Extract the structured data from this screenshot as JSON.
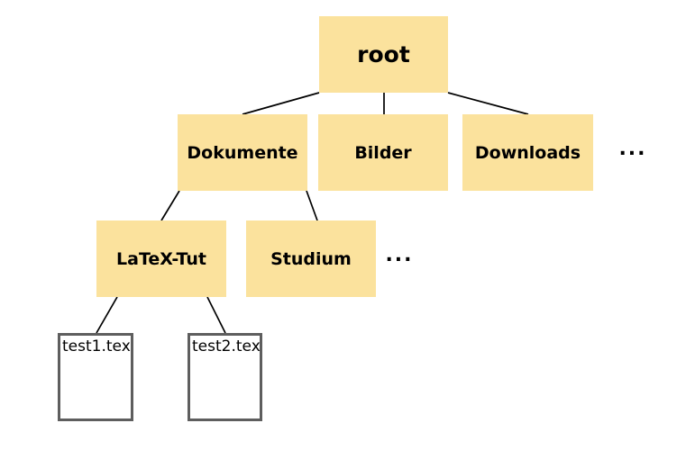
{
  "tree": {
    "label": "root",
    "type": "folder",
    "children": [
      {
        "label": "Dokumente",
        "type": "folder",
        "children": [
          {
            "label": "LaTeX-Tut",
            "type": "folder",
            "children": [
              {
                "label": "test1.tex",
                "type": "file"
              },
              {
                "label": "test2.tex",
                "type": "file"
              }
            ]
          },
          {
            "label": "Studium",
            "type": "folder"
          },
          {
            "label": "...",
            "type": "more-indicator"
          }
        ]
      },
      {
        "label": "Bilder",
        "type": "folder"
      },
      {
        "label": "Downloads",
        "type": "folder"
      },
      {
        "label": "...",
        "type": "more-indicator"
      }
    ]
  },
  "colors": {
    "folder_fill": "#FBE29D",
    "file_border": "#5E5E5E",
    "edge": "#000000",
    "text": "#000000",
    "background": "#FFFFFF"
  }
}
